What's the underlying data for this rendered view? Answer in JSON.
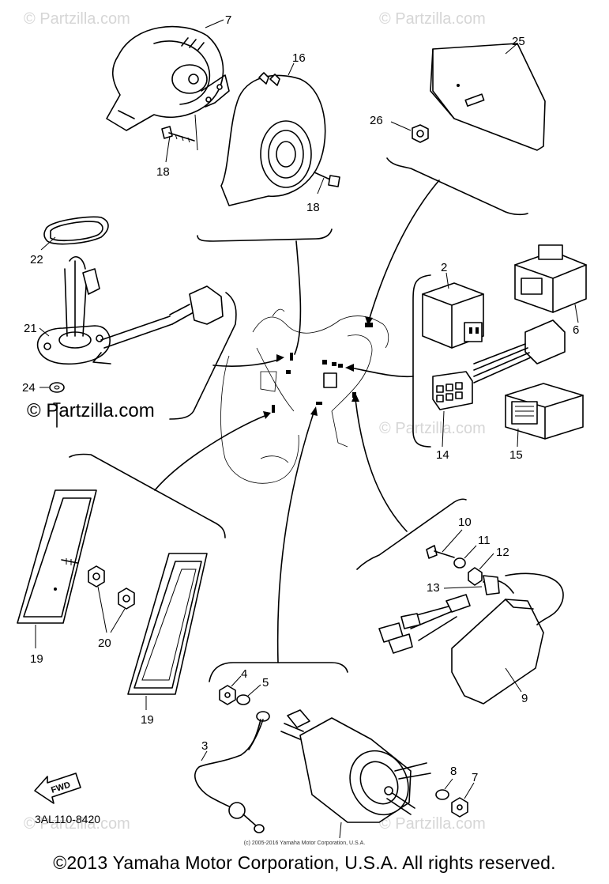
{
  "watermark": {
    "brand": "Partzilla.com",
    "faint": "© Partzilla.com"
  },
  "diagram_code": "3AL110-8420",
  "fwd_label": "FWD",
  "small_copyright": "(c) 2005-2016 Yamaha Motor Corporation, U.S.A.",
  "footer_copyright": "©2013 Yamaha Motor Corporation, U.S.A. All rights reserved.",
  "callouts": {
    "c2": "2",
    "c3": "3",
    "c4": "4",
    "c5": "5",
    "c6": "6",
    "c7a": "7",
    "c7b": "7",
    "c8": "8",
    "c9": "9",
    "c10": "10",
    "c11": "11",
    "c12": "12",
    "c13": "13",
    "c14": "14",
    "c15": "15",
    "c16": "16",
    "c18a": "18",
    "c18b": "18",
    "c19a": "19",
    "c19b": "19",
    "c20": "20",
    "c21": "21",
    "c22": "22",
    "c24": "24",
    "c25": "25",
    "c26": "26"
  }
}
